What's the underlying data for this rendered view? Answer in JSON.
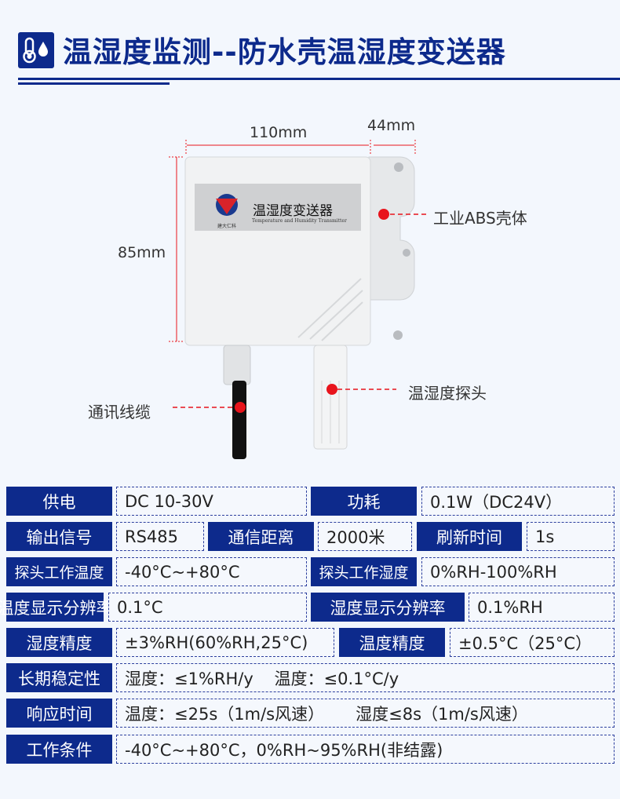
{
  "title": "温湿度监测--防水壳温湿度变送器",
  "colors": {
    "brand": "#0d2a8c",
    "marker": "#e8141c",
    "background": "#f3f7fd"
  },
  "icons": [
    "thermometer-droplet-icon"
  ],
  "device": {
    "label_cn": "温湿度变送器",
    "label_en": "Temperature and Humidity Transmitter",
    "brand": "建大仁科",
    "dimensions": {
      "width": "110mm",
      "depth": "44mm",
      "height": "85mm"
    },
    "annotations": {
      "shell": "工业ABS壳体",
      "probe": "温湿度探头",
      "cable": "通讯线缆"
    }
  },
  "specs": [
    [
      {
        "label": "供电",
        "value": "DC 10-30V"
      },
      {
        "label": "功耗",
        "value": "0.1W（DC24V）"
      }
    ],
    [
      {
        "label": "输出信号",
        "value": "RS485"
      },
      {
        "label": "通信距离",
        "value": "2000米"
      },
      {
        "label": "刷新时间",
        "value": "1s"
      }
    ],
    [
      {
        "label": "探头工作温度",
        "value": "-40°C~+80°C"
      },
      {
        "label": "探头工作湿度",
        "value": "0%RH-100%RH"
      }
    ],
    [
      {
        "label": "温度显示分辨率",
        "value": "0.1°C"
      },
      {
        "label": "湿度显示分辨率",
        "value": "0.1%RH"
      }
    ],
    [
      {
        "label": "湿度精度",
        "value": "±3%RH(60%RH,25°C)"
      },
      {
        "label": "温度精度",
        "value": "±0.5°C（25°C）"
      }
    ],
    [
      {
        "label": "长期稳定性",
        "value": "湿度：≤1%RH/y    温度：≤0.1°C/y"
      }
    ],
    [
      {
        "label": "响应时间",
        "value": "温度：≤25s（1m/s风速）      湿度≤8s（1m/s风速）"
      }
    ],
    [
      {
        "label": "工作条件",
        "value": "-40°C~+80°C，0%RH~95%RH(非结露)"
      }
    ]
  ]
}
